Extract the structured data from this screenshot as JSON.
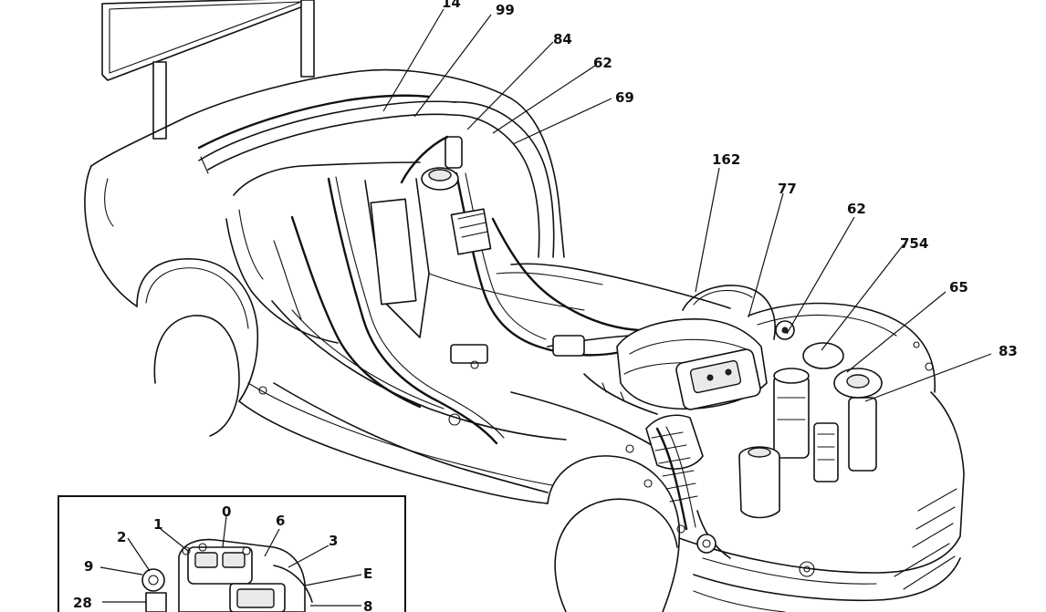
{
  "callouts": {
    "c14": "14",
    "c99": "99",
    "c84": "84",
    "c62a": "62",
    "c69": "69",
    "c162": "162",
    "c77": "77",
    "c62b": "62",
    "c754": "754",
    "c65": "65",
    "c83": "83"
  },
  "inset_callouts": {
    "i0": "0",
    "i1": "1",
    "i2": "2",
    "i6": "6",
    "i3": "3",
    "i9": "9",
    "iE": "E",
    "i28": "28",
    "i8": "8"
  }
}
